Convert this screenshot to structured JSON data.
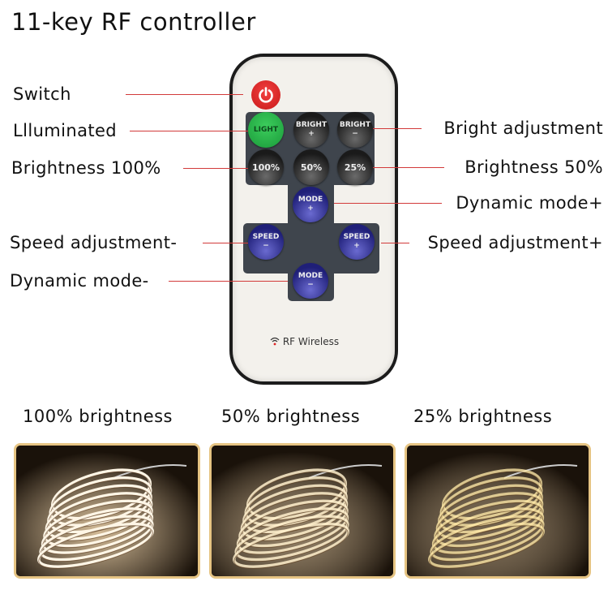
{
  "title": "11-key RF controller",
  "labels": {
    "switch": "Switch",
    "illuminated": "Llluminated",
    "brightness_100": "Brightness 100%",
    "bright_adjustment": "Bright adjustment",
    "brightness_50": "Brightness 50%",
    "dynamic_mode_plus": "Dynamic mode+",
    "speed_minus": "Speed adjustment-",
    "speed_plus": "Speed adjustment+",
    "dynamic_mode_minus": "Dynamic mode-"
  },
  "remote": {
    "buttons": {
      "light": "LIGHT",
      "bright": "BRIGHT",
      "plus": "+",
      "minus": "−",
      "p100": "100%",
      "p50": "50%",
      "p25": "25%",
      "mode": "MODE",
      "speed": "SPEED"
    },
    "footer": "RF Wireless",
    "colors": {
      "power": "#e02a2a",
      "light": "#2fbf50",
      "mode": "#2a2a8a",
      "panel": "#3f454d"
    }
  },
  "captions": [
    "100% brightness",
    "50% brightness",
    "25% brightness"
  ],
  "photo_brightness": [
    1.0,
    0.5,
    0.25
  ]
}
